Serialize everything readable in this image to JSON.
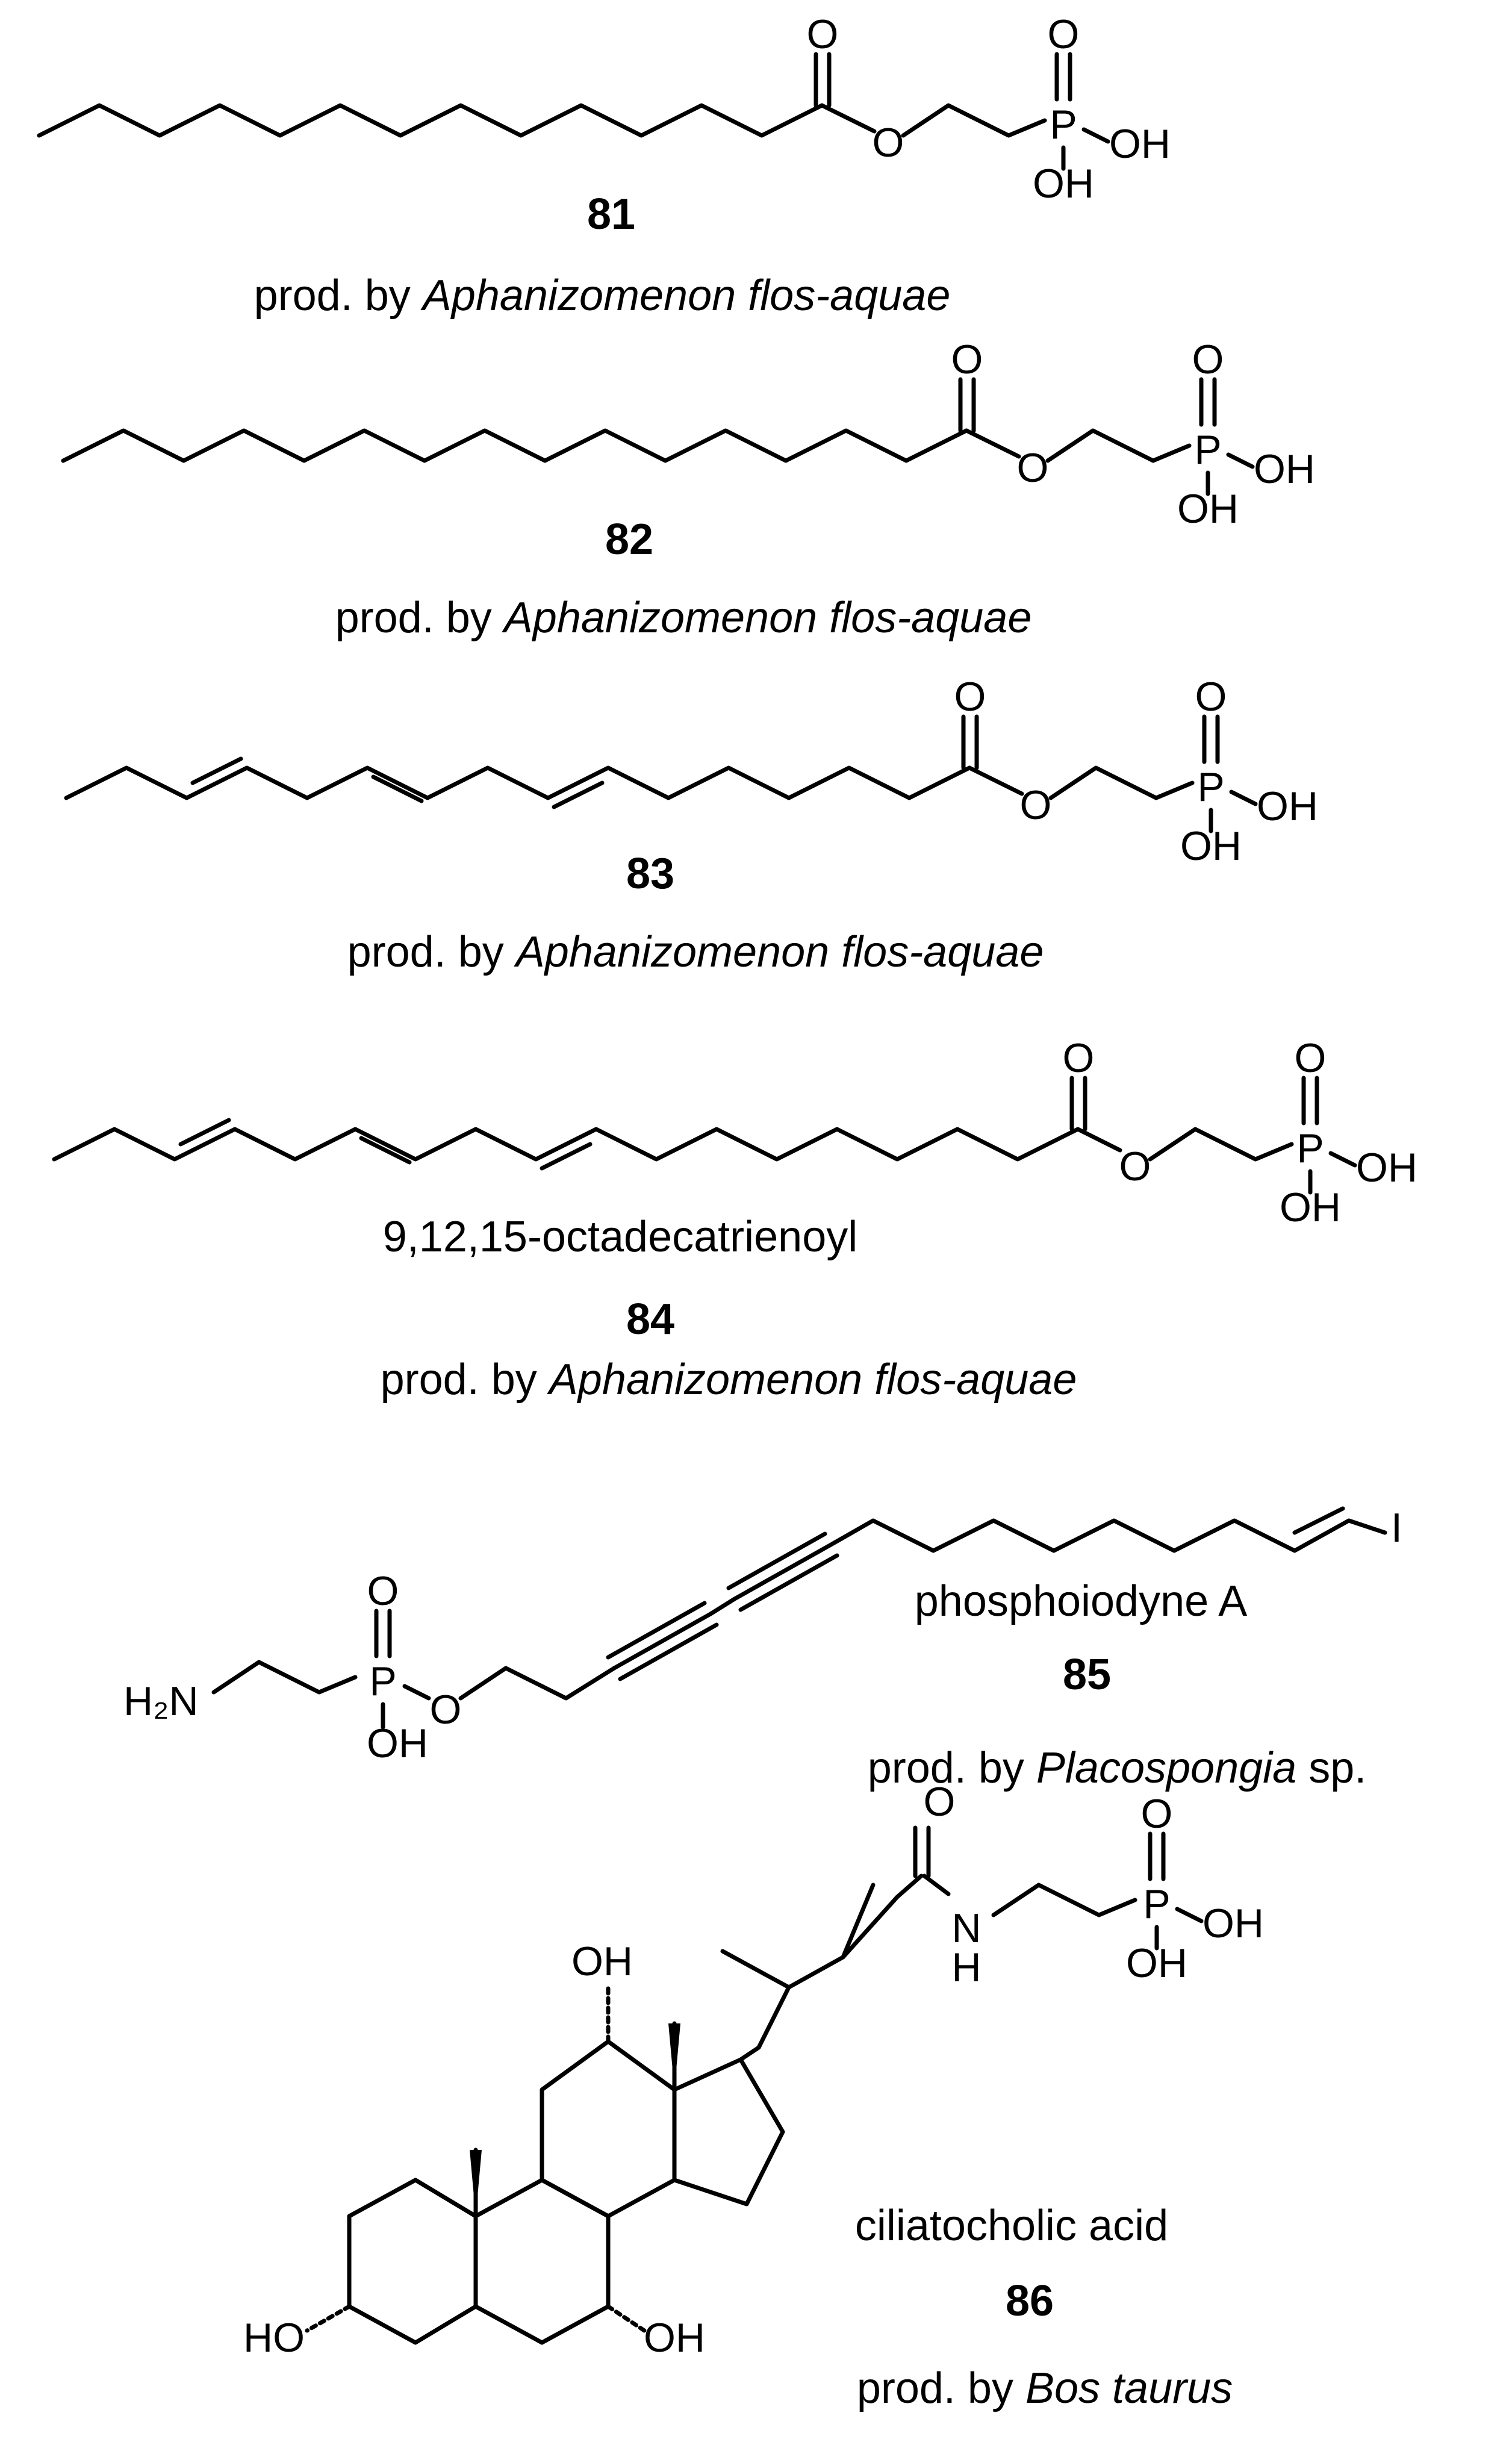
{
  "compounds": [
    {
      "number": "81",
      "source_prefix": "prod. by",
      "organism": "Aphanizomenon flos-aquae",
      "atoms": {
        "carbonyl_o": "O",
        "ester_o": "O",
        "p_o": "O",
        "p": "P",
        "oh1": "OH",
        "oh2": "OH"
      }
    },
    {
      "number": "82",
      "source_prefix": "prod. by",
      "organism": "Aphanizomenon flos-aquae",
      "atoms": {
        "carbonyl_o": "O",
        "ester_o": "O",
        "p_o": "O",
        "p": "P",
        "oh1": "OH",
        "oh2": "OH"
      }
    },
    {
      "number": "83",
      "source_prefix": "prod. by",
      "organism": "Aphanizomenon flos-aquae",
      "atoms": {
        "carbonyl_o": "O",
        "ester_o": "O",
        "p_o": "O",
        "p": "P",
        "oh1": "OH",
        "oh2": "OH"
      }
    },
    {
      "number": "84",
      "name": "9,12,15-octadecatrienoyl",
      "source_prefix": "prod. by",
      "organism": "Aphanizomenon flos-aquae",
      "atoms": {
        "carbonyl_o": "O",
        "ester_o": "O",
        "p_o": "O",
        "p": "P",
        "oh1": "OH",
        "oh2": "OH"
      }
    },
    {
      "number": "85",
      "name": "phosphoiodyne A",
      "source_prefix": "prod. by",
      "organism": "Placospongia",
      "organism_suffix": "sp.",
      "atoms": {
        "amine": "H₂N",
        "p_o": "O",
        "p": "P",
        "ester_o": "O",
        "oh": "OH",
        "iodine": "I"
      }
    },
    {
      "number": "86",
      "name": "ciliatocholic acid",
      "source_prefix": "prod. by",
      "organism": "Bos taurus",
      "atoms": {
        "amide_o": "O",
        "n": "N",
        "h": "H",
        "p_o": "O",
        "p": "P",
        "oh1": "OH",
        "oh2": "OH",
        "oh_12": "OH",
        "oh_3": "HO",
        "oh_7": "OH"
      }
    }
  ]
}
